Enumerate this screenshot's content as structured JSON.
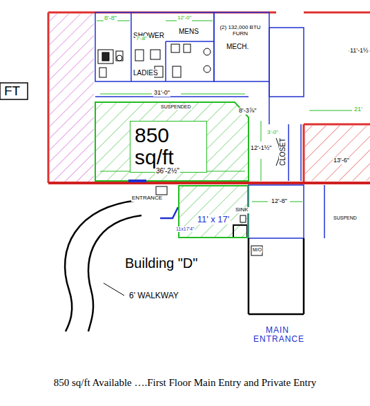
{
  "diagram": {
    "caption": "850 sq/ft Available ….First Floor Main Entry and Private Entry",
    "nodes": [
      {
        "text": [
          "850 sq/ft"
        ]
      },
      {
        "text": [
          "11' x 17'"
        ]
      }
    ],
    "labels": [
      "8'-8\"",
      "SHOWER",
      "7'-8\"",
      "MENS",
      "12'-0\"",
      "(2) 132,000 BTU FURN",
      "MECH.",
      "LADIES",
      "11'-1½",
      "FT",
      "31'-0\"",
      "SUSPENDED",
      "8'-3⅞\"",
      "21'",
      "3'-0\"",
      "12'-1½\"",
      "CLOSET",
      "13'-6\"",
      "36'-2½\"",
      "ENTRANCE",
      "12'-8\"",
      "SINK",
      "11x17'4\"",
      "SUSPEND",
      "M/O",
      "Building \"D\"",
      "6' WALKWAY",
      "MAIN ENTRANCE"
    ]
  }
}
